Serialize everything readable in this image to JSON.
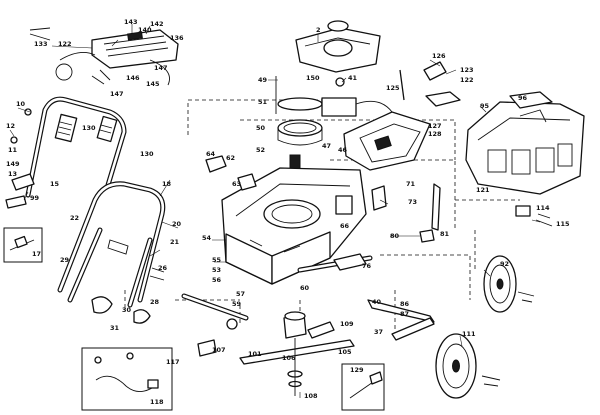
{
  "callouts": [
    {
      "id": "c1",
      "text": "143"
    },
    {
      "id": "c2",
      "text": "142"
    },
    {
      "id": "c3",
      "text": "140"
    },
    {
      "id": "c4",
      "text": "133"
    },
    {
      "id": "c5",
      "text": "122"
    },
    {
      "id": "c6",
      "text": "136"
    },
    {
      "id": "c7",
      "text": "147"
    },
    {
      "id": "c8",
      "text": "145"
    },
    {
      "id": "c9",
      "text": "147"
    },
    {
      "id": "c10",
      "text": "146"
    },
    {
      "id": "c11",
      "text": "11"
    },
    {
      "id": "c12",
      "text": "10"
    },
    {
      "id": "c13",
      "text": "12"
    },
    {
      "id": "c14",
      "text": "130"
    },
    {
      "id": "c15",
      "text": "130"
    },
    {
      "id": "c16",
      "text": "149"
    },
    {
      "id": "c17",
      "text": "99"
    },
    {
      "id": "c18",
      "text": "15"
    },
    {
      "id": "c19",
      "text": "17"
    },
    {
      "id": "c20",
      "text": "22"
    },
    {
      "id": "c21",
      "text": "18"
    },
    {
      "id": "c22",
      "text": "20"
    },
    {
      "id": "c23",
      "text": "21"
    },
    {
      "id": "c24",
      "text": "29"
    },
    {
      "id": "c25",
      "text": "26"
    },
    {
      "id": "c26",
      "text": "31"
    },
    {
      "id": "c27",
      "text": "30"
    },
    {
      "id": "c28",
      "text": "28"
    },
    {
      "id": "c29",
      "text": "2"
    },
    {
      "id": "c30",
      "text": "150"
    },
    {
      "id": "c31",
      "text": "49"
    },
    {
      "id": "c32",
      "text": "51"
    },
    {
      "id": "c33",
      "text": "41"
    },
    {
      "id": "c34",
      "text": "50"
    },
    {
      "id": "c35",
      "text": "52"
    },
    {
      "id": "c36",
      "text": "46"
    },
    {
      "id": "c37",
      "text": "47"
    },
    {
      "id": "c38",
      "text": "126"
    },
    {
      "id": "c39",
      "text": "123"
    },
    {
      "id": "c40",
      "text": "122"
    },
    {
      "id": "c41",
      "text": "125"
    },
    {
      "id": "c42",
      "text": "127"
    },
    {
      "id": "c43",
      "text": "128"
    },
    {
      "id": "c44",
      "text": "95"
    },
    {
      "id": "c45",
      "text": "96"
    },
    {
      "id": "c46",
      "text": "121"
    },
    {
      "id": "c47",
      "text": "54"
    },
    {
      "id": "c48",
      "text": "55"
    },
    {
      "id": "c49",
      "text": "53"
    },
    {
      "id": "c50",
      "text": "56"
    },
    {
      "id": "c51",
      "text": "80"
    },
    {
      "id": "c52",
      "text": "81"
    },
    {
      "id": "c53",
      "text": "73"
    },
    {
      "id": "c54",
      "text": "71"
    },
    {
      "id": "c55",
      "text": "114"
    },
    {
      "id": "c56",
      "text": "115"
    },
    {
      "id": "c57",
      "text": "92"
    },
    {
      "id": "c58",
      "text": "111"
    },
    {
      "id": "c59",
      "text": "106"
    },
    {
      "id": "c60",
      "text": "108"
    },
    {
      "id": "c61",
      "text": "109"
    },
    {
      "id": "c62",
      "text": "105"
    },
    {
      "id": "c63",
      "text": "129"
    },
    {
      "id": "c64",
      "text": "107"
    },
    {
      "id": "c65",
      "text": "101"
    },
    {
      "id": "c66",
      "text": "64"
    },
    {
      "id": "c67",
      "text": "62"
    },
    {
      "id": "c68",
      "text": "63"
    },
    {
      "id": "c69",
      "text": "40"
    },
    {
      "id": "c70",
      "text": "37"
    },
    {
      "id": "c71",
      "text": "117"
    },
    {
      "id": "c72",
      "text": "118"
    },
    {
      "id": "c73",
      "text": "66"
    },
    {
      "id": "c74",
      "text": "76"
    },
    {
      "id": "c75",
      "text": "86"
    },
    {
      "id": "c76",
      "text": "87"
    },
    {
      "id": "c77",
      "text": "13"
    },
    {
      "id": "c78",
      "text": "57"
    },
    {
      "id": "c79",
      "text": "59"
    },
    {
      "id": "c80",
      "text": "60"
    }
  ]
}
